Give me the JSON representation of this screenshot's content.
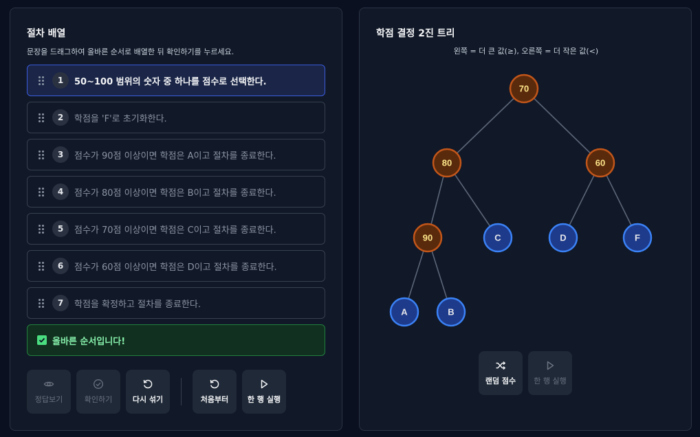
{
  "left": {
    "title": "절차 배열",
    "description": "문장을 드래그하여 올바른 순서로 배열한 뒤 확인하기를 누르세요.",
    "steps": [
      {
        "num": "1",
        "text": "50~100 범위의 숫자 중 하나를 점수로 선택한다."
      },
      {
        "num": "2",
        "text": "학점을 'F'로 초기화한다."
      },
      {
        "num": "3",
        "text": "점수가 90점 이상이면 학점은 A이고 절차를 종료한다."
      },
      {
        "num": "4",
        "text": "점수가 80점 이상이면 학점은 B이고 절차를 종료한다."
      },
      {
        "num": "5",
        "text": "점수가 70점 이상이면 학점은 C이고 절차를 종료한다."
      },
      {
        "num": "6",
        "text": "점수가 60점 이상이면 학점은 D이고 절차를 종료한다."
      },
      {
        "num": "7",
        "text": "학점을 확정하고 절차를 종료한다."
      }
    ],
    "result": "올바른 순서입니다!",
    "buttons": {
      "show_answer": "정답보기",
      "check": "확인하기",
      "reshuffle": "다시 섞기",
      "restart": "처음부터",
      "run_line": "한 행 실행"
    }
  },
  "right": {
    "title": "학점 결정 2진 트리",
    "caption": "왼쪽 = 더 큰 값(≥), 오른쪽 = 더 작은 값(<)",
    "nodes": {
      "n70": "70",
      "n80": "80",
      "n60": "60",
      "n90": "90",
      "lC": "C",
      "lD": "D",
      "lF": "F",
      "lA": "A",
      "lB": "B"
    },
    "buttons": {
      "random_score": "랜덤 점수",
      "run_line": "한 행 실행"
    }
  },
  "colors": {
    "decision_fill": "#5a2a0c",
    "decision_stroke": "#c2561a",
    "decision_text": "#fde68a",
    "leaf_fill": "#1e3a8a",
    "leaf_stroke": "#3b82f6",
    "edge": "#5b6678"
  }
}
